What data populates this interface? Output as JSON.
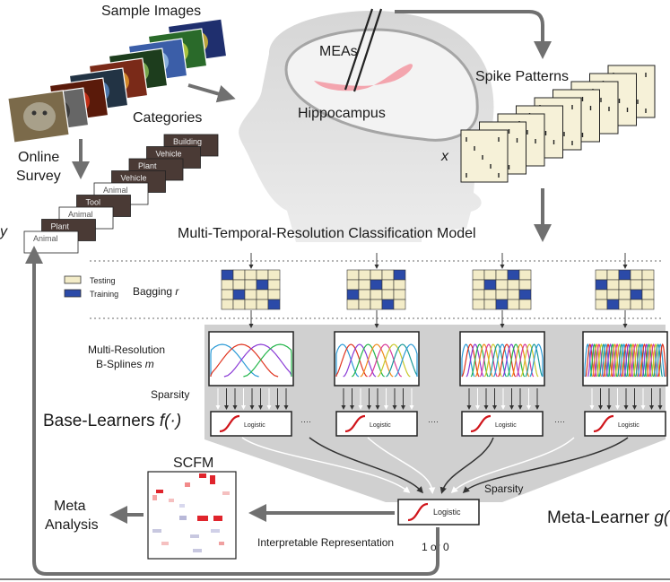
{
  "labels": {
    "sample_images": "Sample Images",
    "categories": "Categories",
    "online_survey_1": "Online",
    "online_survey_2": "Survey",
    "y_var": "y",
    "meas": "MEAs",
    "hippocampus": "Hippocampus",
    "spike_patterns": "Spike Patterns",
    "x_var": "x",
    "model_title": "Multi-Temporal-Resolution Classification Model",
    "testing": "Testing",
    "training": "Training",
    "bagging": "Bagging",
    "bagging_var": "r",
    "bsplines_1": "Multi-Resolution",
    "bsplines_2": "B-Splines",
    "bsplines_var": "m",
    "sparsity": "Sparsity",
    "base_learners": "Base-Learners",
    "base_learners_fn": "f(·)",
    "logistic": "Logistic",
    "scfm": "SCFM",
    "meta_analysis_1": "Meta",
    "meta_analysis_2": "Analysis",
    "meta_sparsity": "Sparsity",
    "meta_learner": "Meta-Learner",
    "meta_learner_fn": "g(·)",
    "interpretable": "Interpretable Representation",
    "one_or_zero": "1 or 0",
    "dots": "····"
  },
  "categories": [
    "Building",
    "Vehicle",
    "Plant",
    "Vehicle",
    "Animal",
    "Tool",
    "Animal",
    "Plant",
    "Animal"
  ],
  "colors": {
    "arrow": "#707070",
    "training": "#2b4aa8",
    "testing": "#f3ecc8",
    "panel": "#c9c9c9",
    "head": "#dcdcdc",
    "hippocampus": "#f3a5ae",
    "logistic_curve": "#d0151b",
    "category_card": "#4a3a35"
  },
  "icons": [
    "head-silhouette",
    "sample-photo-stack",
    "spike-pattern-stack",
    "logistic-curve",
    "b-spline-curves",
    "scfm-heatmap"
  ]
}
